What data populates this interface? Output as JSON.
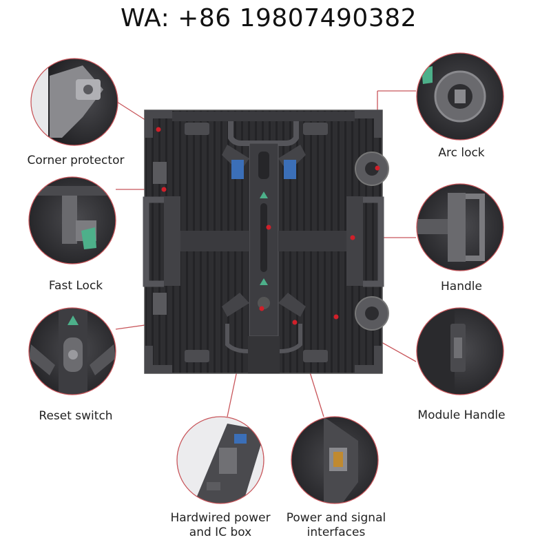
{
  "contact": "WA: +86 19807490382",
  "labels": {
    "corner_protector": "Corner protector",
    "fast_lock": "Fast Lock",
    "reset_switch": "Reset switch",
    "arc_lock": "Arc lock",
    "handle": "Handle",
    "module_handle": "Module Handle",
    "hardwired_line1": "Hardwired power",
    "hardwired_line2": "and IC box",
    "power_signal_line1": "Power and signal",
    "power_signal_line2": "interfaces"
  },
  "colors": {
    "callout": "#c8555a",
    "marker": "#d0202a",
    "cabinet": "#2b2b2e",
    "accent": "#4db08a"
  }
}
